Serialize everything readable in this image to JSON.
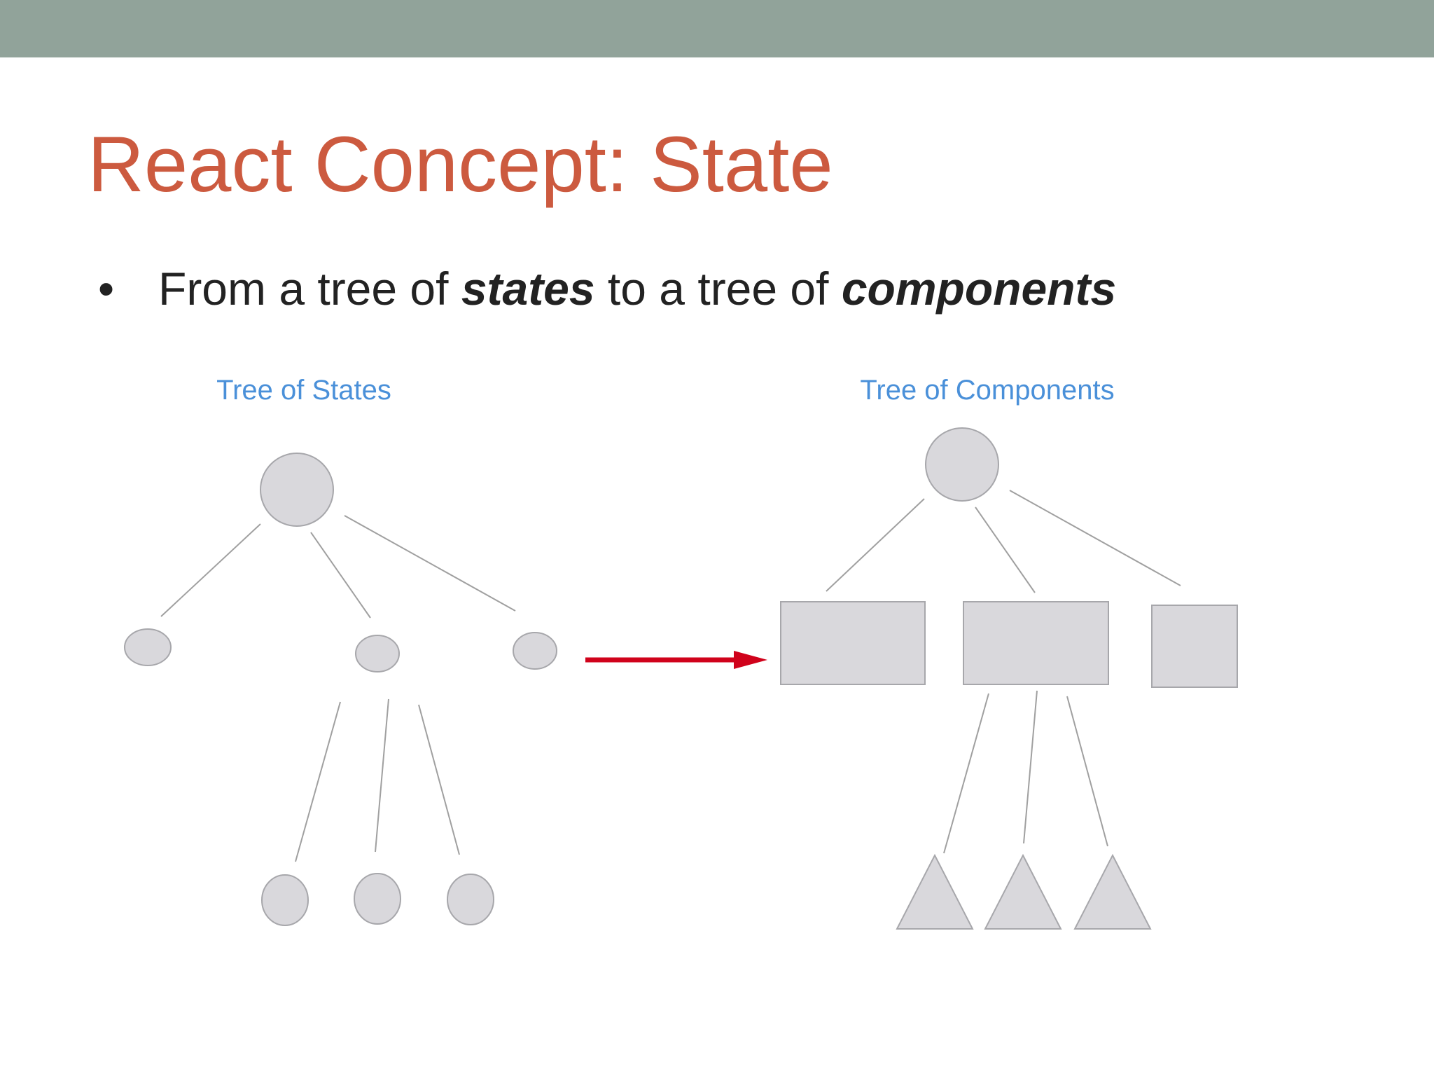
{
  "slide": {
    "title": "React Concept: State",
    "bullet": {
      "marker": "•",
      "text_1": "From a tree of ",
      "emphasis_1": "states",
      "text_2": " to a tree of ",
      "emphasis_2": "components"
    }
  },
  "diagram": {
    "left_tree_label": "Tree of States",
    "right_tree_label": "Tree of Components",
    "colors": {
      "label": "#4a90d9",
      "node_fill": "#d9d8dc",
      "node_stroke": "#a7a7ab",
      "edge": "#a0a0a0",
      "arrow": "#d0021b",
      "title": "#cc5a3f",
      "top_bar": "#91a39a"
    }
  }
}
